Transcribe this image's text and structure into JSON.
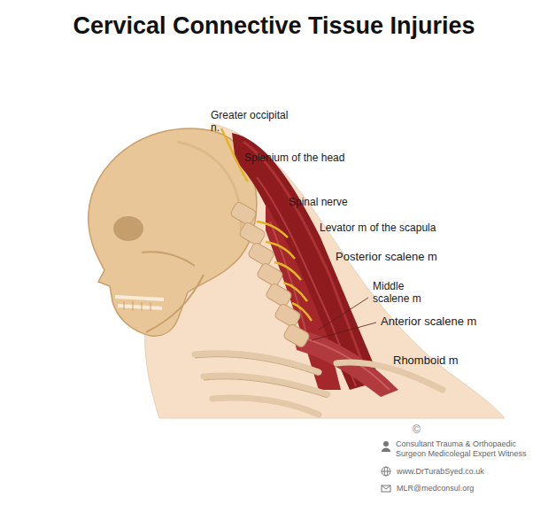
{
  "diagram": {
    "title": "Cervical Connective Tissue Injuries",
    "labels": [
      "Greater occipital n.",
      "Splenium of the head",
      "Spinal nerve",
      "Levator m of the scapula",
      "Posterior scalene m",
      "Middle scalene m",
      "Anterior scalene m",
      "Rhomboid m",
      "©",
      "Consultant Trauma & Orthopaedic Surgeon Medicolegal Expert Witness",
      "www.DrTurabSyed.co.uk",
      "MLR@medconsul.org"
    ]
  }
}
